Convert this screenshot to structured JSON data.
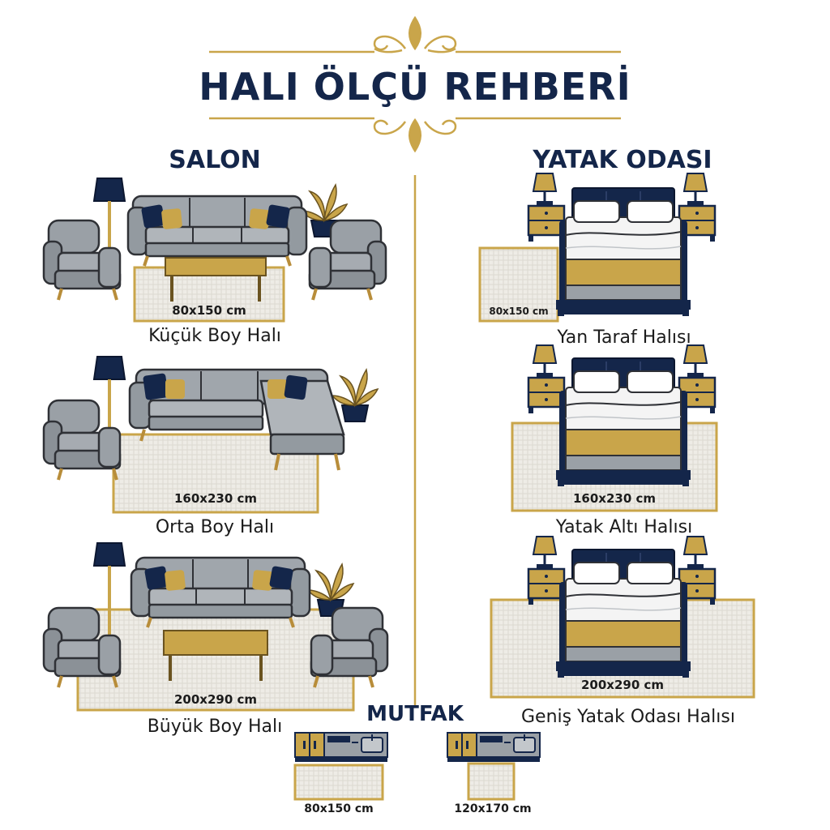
{
  "title": "HALI ÖLÇÜ REHBERİ",
  "colors": {
    "navy": "#14264a",
    "gold": "#c9a54a",
    "grey": "#9aa0a6",
    "rug": "#eceae4"
  },
  "salon": {
    "heading": "SALON",
    "items": [
      {
        "size": "80x150 cm",
        "label": "Küçük Boy Halı"
      },
      {
        "size": "160x230 cm",
        "label": "Orta Boy Halı"
      },
      {
        "size": "200x290 cm",
        "label": "Büyük Boy Halı"
      }
    ]
  },
  "yatak": {
    "heading": "YATAK ODASI",
    "items": [
      {
        "size": "80x150 cm",
        "label": "Yan Taraf Halısı"
      },
      {
        "size": "160x230 cm",
        "label": "Yatak Altı Halısı"
      },
      {
        "size": "200x290 cm",
        "label": "Geniş Yatak Odası Halısı"
      }
    ]
  },
  "mutfak": {
    "heading": "MUTFAK",
    "items": [
      {
        "size": "80x150 cm"
      },
      {
        "size": "120x170 cm"
      }
    ]
  }
}
